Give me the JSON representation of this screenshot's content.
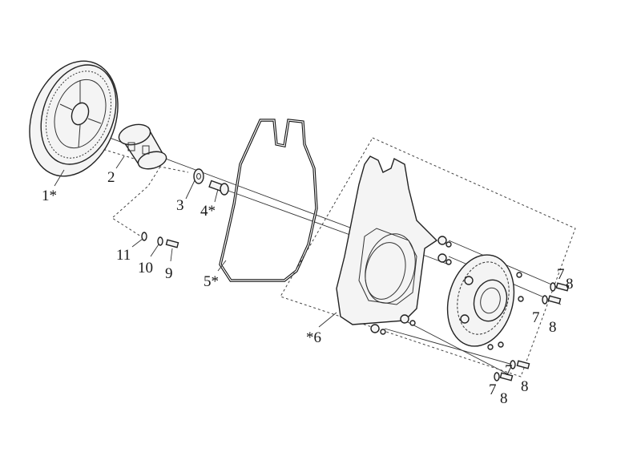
{
  "callouts": {
    "c1": "1*",
    "c2": "2",
    "c3": "3",
    "c4": "4*",
    "c5": "5*",
    "c6": "*6",
    "c7a": "7",
    "c8a": "8",
    "c7b": "7",
    "c8b": "8",
    "c7c": "7",
    "c8c": "8",
    "c7d": "7",
    "c8d": "8",
    "c9": "9",
    "c10": "10",
    "c11": "11"
  }
}
